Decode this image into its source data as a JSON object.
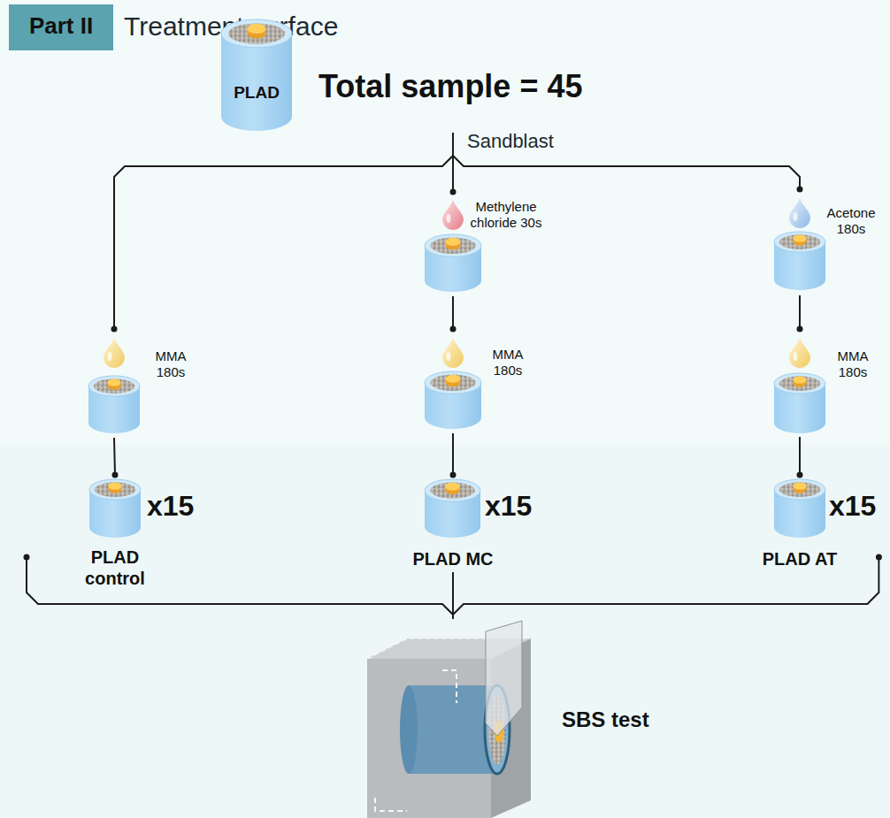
{
  "diagram": {
    "title": "Treatment surface",
    "nodes": [
      {
        "text": [
          "Part II"
        ]
      },
      {
        "text": [
          "PLAD",
          "Total sample = 45"
        ]
      },
      {
        "text": [
          "MMA 180s"
        ]
      },
      {
        "text": [
          "Methylene chloride 30s"
        ]
      },
      {
        "text": [
          "MMA 180s"
        ]
      },
      {
        "text": [
          "Acetone 180s"
        ]
      },
      {
        "text": [
          "MMA 180s"
        ]
      },
      {
        "text": [
          "x15",
          "PLAD control"
        ]
      },
      {
        "text": [
          "x15",
          "PLAD MC"
        ]
      },
      {
        "text": [
          "x15",
          "PLAD AT"
        ]
      },
      {
        "text": [
          "SBS test"
        ]
      }
    ],
    "edges": [
      {
        "from": 1,
        "to": 2,
        "arrow": "none"
      },
      {
        "from": 1,
        "to": 3,
        "label": "Sandblast",
        "arrow": "none"
      },
      {
        "from": 1,
        "to": 5,
        "arrow": "none"
      },
      {
        "from": 2,
        "to": 7,
        "arrow": "none"
      },
      {
        "from": 3,
        "to": 4,
        "arrow": "none"
      },
      {
        "from": 4,
        "to": 8,
        "arrow": "none"
      },
      {
        "from": 5,
        "to": 6,
        "arrow": "none"
      },
      {
        "from": 6,
        "to": 9,
        "arrow": "none"
      },
      {
        "from": 7,
        "to": 10,
        "arrow": "none"
      },
      {
        "from": 8,
        "to": 10,
        "arrow": "none"
      },
      {
        "from": 9,
        "to": 10,
        "arrow": "none"
      }
    ]
  }
}
